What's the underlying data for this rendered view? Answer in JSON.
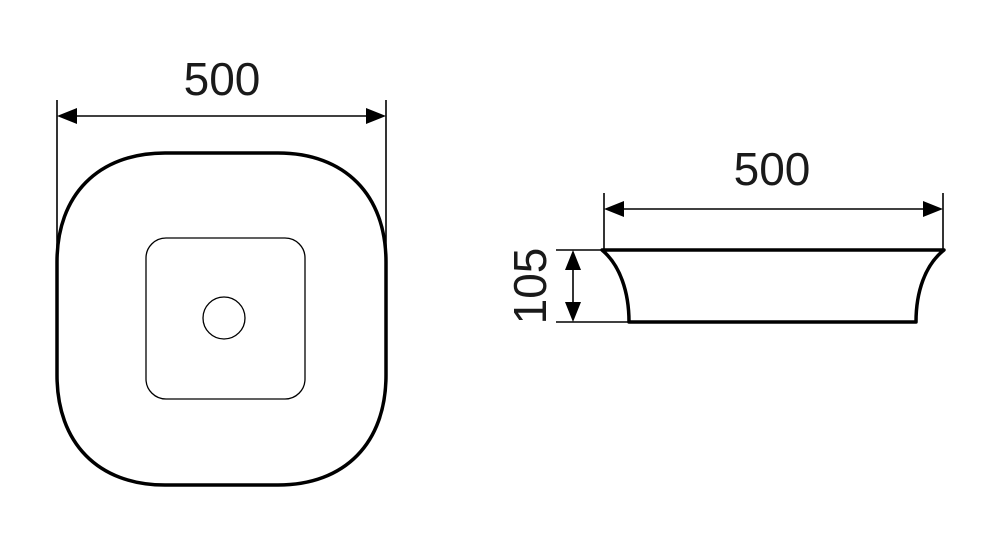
{
  "top_view": {
    "width_label": "500"
  },
  "side_view": {
    "width_label": "500",
    "height_label": "105"
  }
}
